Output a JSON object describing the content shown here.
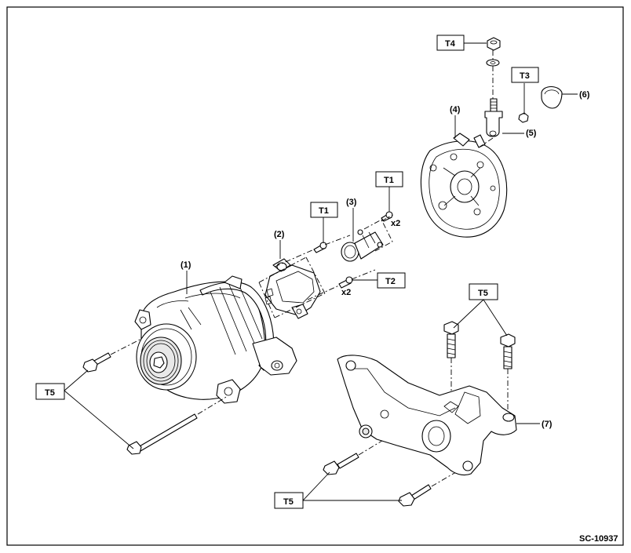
{
  "callouts": {
    "c1": "(1)",
    "c2": "(2)",
    "c3": "(3)",
    "c4": "(4)",
    "c5": "(5)",
    "c6": "(6)",
    "c7": "(7)"
  },
  "torques": {
    "t4": "T4",
    "t3": "T3",
    "t1a": "T1",
    "t1b": "T1",
    "t2": "T2",
    "t5a": "T5",
    "t5b": "T5",
    "t5c": "T5"
  },
  "quantities": {
    "q1": "x2",
    "q2": "x2"
  },
  "figure_code": "SC-10937"
}
